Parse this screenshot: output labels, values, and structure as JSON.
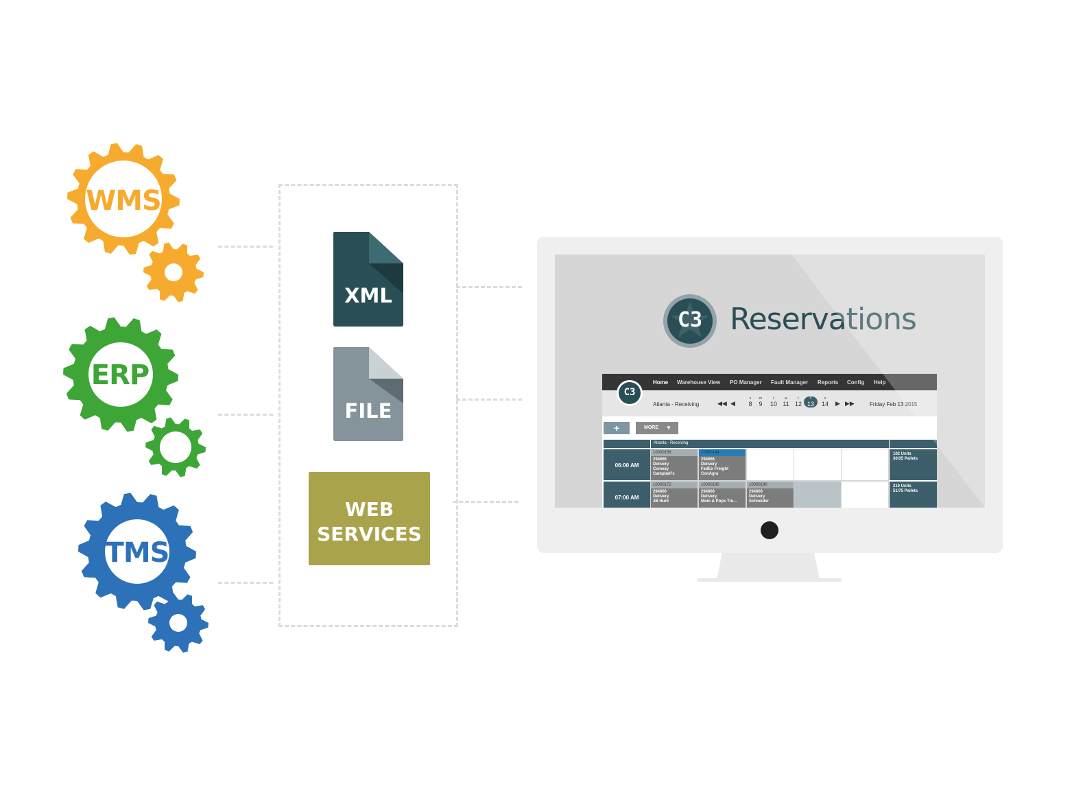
{
  "colors": {
    "wms": "#f6ab2f",
    "erp": "#3da637",
    "tms": "#2d71b8",
    "xml_file": "#2a4e55",
    "xml_fold": "#3c6b71",
    "file_file": "#85949b",
    "file_fold": "#c8d1d4",
    "web_services": "#a9a34c",
    "nav_bar": "#333537",
    "grid_header": "#3d5e6b"
  },
  "systems": [
    {
      "label": "WMS",
      "icon": "gear-icon"
    },
    {
      "label": "ERP",
      "icon": "gear-icon"
    },
    {
      "label": "TMS",
      "icon": "gear-icon"
    }
  ],
  "formats": {
    "xml": "XML",
    "file": "FILE",
    "web_services_line1": "WEB",
    "web_services_line2": "SERVICES"
  },
  "monitor": {
    "logo_text": "C3",
    "product_title": "Reservations",
    "app": {
      "nav": [
        "Home",
        "Warehouse View",
        "PO Manager",
        "Fault Manager",
        "Reports",
        "Config",
        "Help"
      ],
      "location": "Atlanta - Receiving",
      "days": [
        {
          "letter": "s",
          "num": "8"
        },
        {
          "letter": "m",
          "num": "9"
        },
        {
          "letter": "t",
          "num": "10"
        },
        {
          "letter": "w",
          "num": "11"
        },
        {
          "letter": "t",
          "num": "12"
        },
        {
          "letter": "f",
          "num": "13"
        },
        {
          "letter": "s",
          "num": "14"
        }
      ],
      "date": "Friday Feb 13 2015",
      "add_button": "+",
      "more_button": "MORE",
      "grid_title": "Atlanta - Receiving",
      "rows": [
        {
          "time": "06:00 AM",
          "appointments": [
            {
              "id": "10000156",
              "lines": [
                "294666",
                "Delivery",
                "Conway",
                "Campbell's"
              ]
            },
            {
              "id": "10000184",
              "lines": [
                "294666",
                "Delivery",
                "FedEx Freight",
                "ConAgra"
              ]
            }
          ],
          "summary": [
            "102 Units",
            "30/35 Pallets"
          ]
        },
        {
          "time": "07:00 AM",
          "appointments": [
            {
              "id": "10000172",
              "lines": [
                "294666",
                "Delivery",
                "JB Hunt"
              ]
            },
            {
              "id": "10000180",
              "lines": [
                "294666",
                "Delivery",
                "Mom & Pops Tru..."
              ]
            },
            {
              "id": "10000190",
              "lines": [
                "294666",
                "Delivery",
                "Schneider"
              ]
            }
          ],
          "summary": [
            "210 Units",
            "51/75 Pallets"
          ]
        }
      ]
    }
  }
}
